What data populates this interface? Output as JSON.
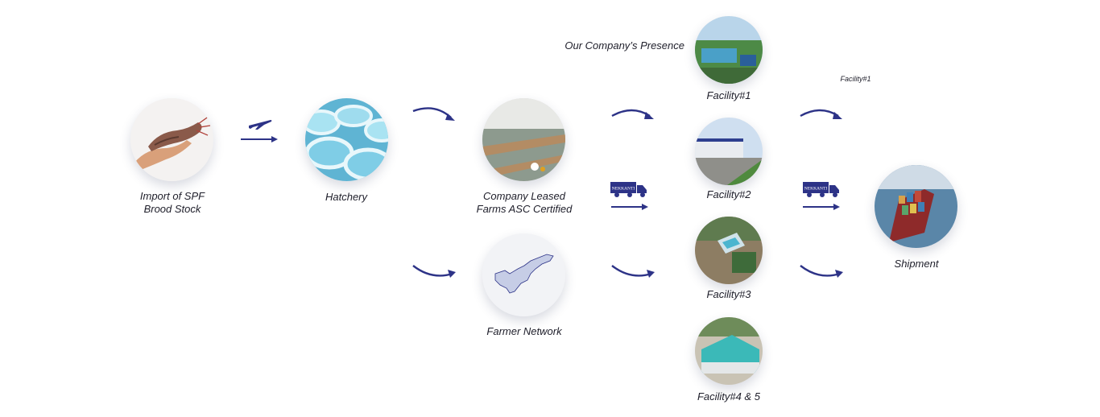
{
  "presence_title": "Our Company’s Presence",
  "facility_note": "Facility#1",
  "truck_brand": "NEKKANTI",
  "colors": {
    "arrow": "#2d3387",
    "label": "#1e1e2a",
    "truck": "#2d3387"
  },
  "nodes": {
    "import": {
      "line1": "Import of SPF",
      "line2": "Brood Stock",
      "icon": "shrimp-in-hand-photo"
    },
    "hatchery": {
      "label": "Hatchery",
      "icon": "hatchery-tanks-photo"
    },
    "leased_farms": {
      "line1": "Company Leased",
      "line2": "Farms ASC Certified",
      "icon": "aerial-farm-ponds-photo"
    },
    "farmer_network": {
      "label": "Farmer Network",
      "icon": "andhra-pradesh-map"
    },
    "facility1": {
      "label": "Facility#1",
      "icon": "facility-building-photo"
    },
    "facility2": {
      "label": "Facility#2",
      "icon": "facility-building-photo"
    },
    "facility3": {
      "label": "Facility#3",
      "icon": "facility-aerial-photo"
    },
    "facility45": {
      "label": "Facility#4 & 5",
      "icon": "warehouse-photo"
    },
    "shipment": {
      "label": "Shipment",
      "icon": "container-ship-photo"
    }
  }
}
